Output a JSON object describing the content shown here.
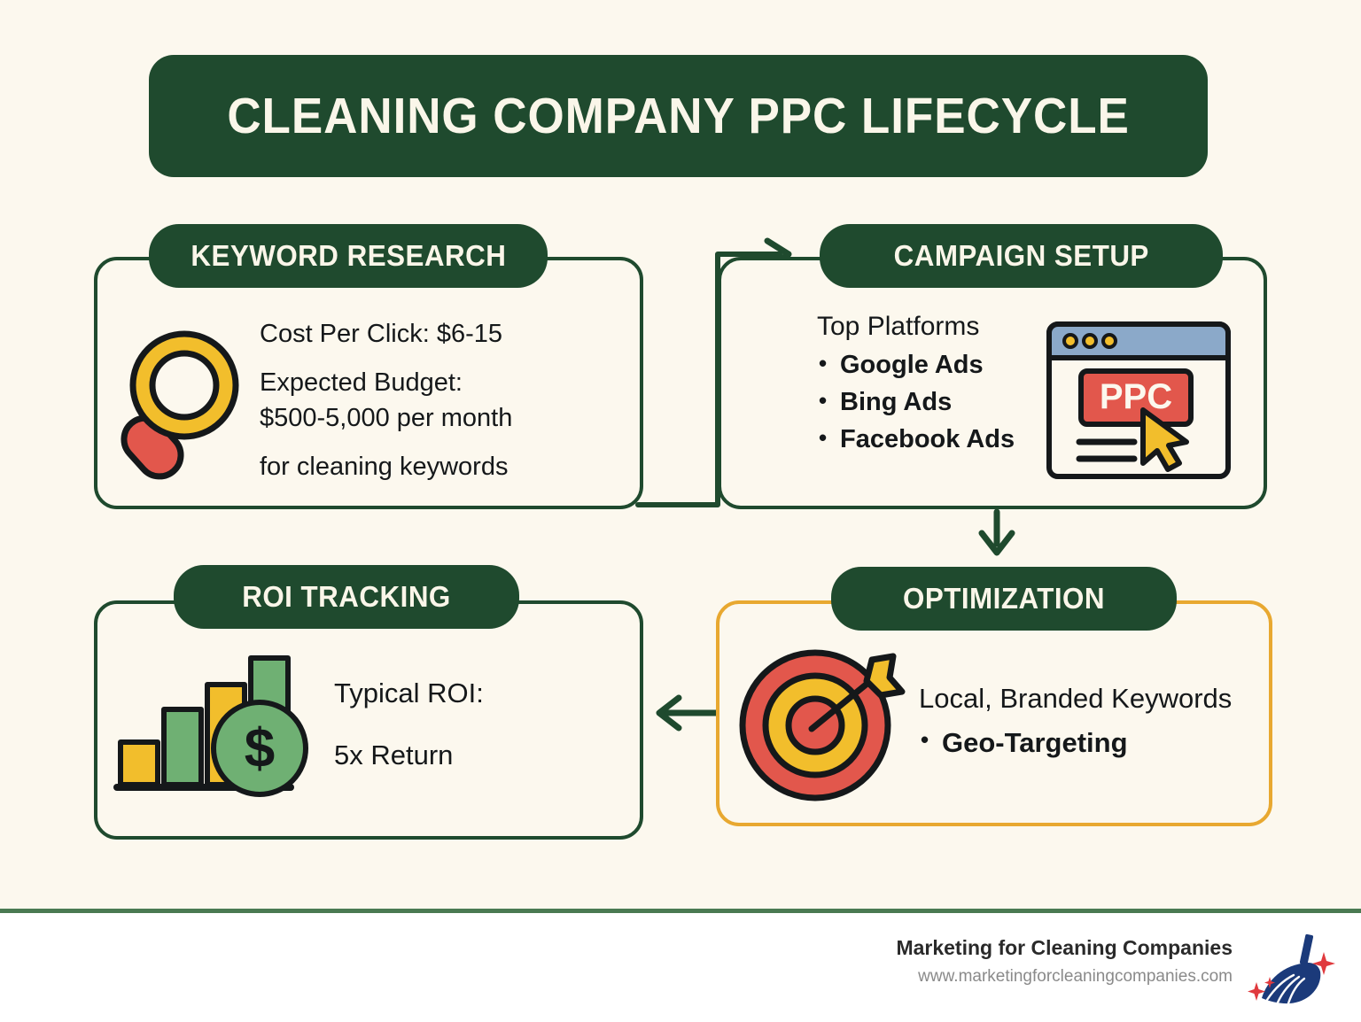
{
  "title": "CLEANING COMPANY PPC LIFECYCLE",
  "colors": {
    "background": "#FCF8EE",
    "dark_green": "#1F4A2E",
    "gold": "#E8A830",
    "red": "#E2574C",
    "yellow": "#F2BE2C",
    "green_light": "#73B островов"
  },
  "cards": [
    {
      "id": "keyword-research",
      "label": "KEYWORD RESEARCH",
      "icon": "magnifying-glass-icon",
      "lines": [
        "Cost Per Click: $6-15",
        "Expected Budget:",
        "$500-5,000 per month",
        "for cleaning keywords"
      ]
    },
    {
      "id": "campaign-setup",
      "label": "CAMPAIGN SETUP",
      "icon": "browser-ppc-icon",
      "heading": "Top Platforms",
      "items": [
        "Google Ads",
        "Bing Ads",
        "Facebook Ads"
      ]
    },
    {
      "id": "roi-tracking",
      "label": "ROI TRACKING",
      "icon": "bar-chart-dollar-icon",
      "lines": [
        "Typical ROI:",
        "5x Return"
      ]
    },
    {
      "id": "optimization",
      "label": "OPTIMIZATION",
      "icon": "target-arrow-icon",
      "heading": "Local, Branded Keywords",
      "items": [
        "Geo-Targeting"
      ]
    }
  ],
  "browser_icon": {
    "label": "PPC"
  },
  "footer": {
    "brand": "Marketing for Cleaning Companies",
    "url": "www.marketingforcleaningcompanies.com",
    "logo": "broom-sparkle-logo"
  }
}
